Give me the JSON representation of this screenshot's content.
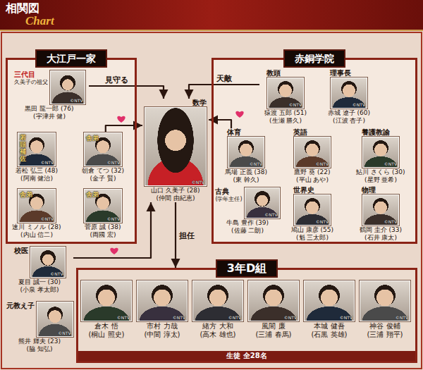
{
  "diagram": {
    "title": "相関図",
    "nodes": [
      {
        "text": [
          "大江戸一家"
        ]
      },
      {
        "text": [
          "三代目",
          "久美子の祖父",
          "©NTV",
          "黒田 龍一郎 (76)",
          "(宇津井 健)"
        ],
        "in": 0
      },
      {
        "text": [
          "若頭補佐",
          "©NTV",
          "若松 弘三 (48)",
          "(阿南 健治)"
        ],
        "in": 0
      },
      {
        "text": [
          "舎弟",
          "©NTV",
          "朝倉 てつ (32)",
          "(金子 賢)"
        ],
        "in": 0
      },
      {
        "text": [
          "舎弟",
          "©NTV",
          "速川 ミノル (28)",
          "(内山 信二)"
        ],
        "in": 0
      },
      {
        "text": [
          "舎弟",
          "©NTV",
          "菅原 誠 (38)",
          "(両國 宏)"
        ],
        "in": 0
      },
      {
        "text": [
          "数学",
          "©NTV",
          "山口 久美子 (28)",
          "(仲間 由紀恵)"
        ]
      },
      {
        "text": [
          "赤銅学院"
        ]
      },
      {
        "text": [
          "教頭",
          "©NTV",
          "猿渡 五郎 (51)",
          "(生瀬 勝久)"
        ],
        "in": 7
      },
      {
        "text": [
          "理事長",
          "©NTV",
          "赤城 遼子 (60)",
          "(江波 杏子)"
        ],
        "in": 7
      },
      {
        "text": [
          "体育",
          "©NTV",
          "馬場 正義 (38)",
          "(東 幹久)"
        ],
        "in": 7
      },
      {
        "text": [
          "英語",
          "©NTV",
          "鷹野 葵 (22)",
          "(平山 あや)"
        ],
        "in": 7
      },
      {
        "text": [
          "養護教諭",
          "©NTV",
          "鮎川 さくら (30)",
          "(星野 亜希)"
        ],
        "in": 7
      },
      {
        "text": [
          "古典",
          "(学年主任)",
          "©NTV",
          "牛島 豊作 (39)",
          "(佐藤 二朗)"
        ],
        "in": 7
      },
      {
        "text": [
          "世界史",
          "©NTV",
          "鳩山 康彦 (55)",
          "(魁 三太郎)"
        ],
        "in": 7
      },
      {
        "text": [
          "物理",
          "©NTV",
          "鶴岡 圭介 (33)",
          "(石井 康太)"
        ],
        "in": 7
      },
      {
        "text": [
          "校医",
          "©NTV",
          "夏目 誠一 (30)",
          "(小泉 孝太郎)"
        ]
      },
      {
        "text": [
          "元教え子",
          "©NTV",
          "熊井 輝夫 (23)",
          "(脇 知弘)"
        ]
      },
      {
        "text": [
          "3年D組",
          "生徒 全28名"
        ]
      },
      {
        "text": [
          "©NTV",
          "倉木 悟",
          "(桐山 照史)"
        ],
        "in": 18
      },
      {
        "text": [
          "©NTV",
          "市村 力哉",
          "(中間 淳太)"
        ],
        "in": 18
      },
      {
        "text": [
          "©NTV",
          "緒方 大和",
          "(高木 雄也)"
        ],
        "in": 18
      },
      {
        "text": [
          "©NTV",
          "風間 廉",
          "(三浦 春馬)"
        ],
        "in": 18
      },
      {
        "text": [
          "©NTV",
          "本城 健吾",
          "(石黒 英雄)"
        ],
        "in": 18
      },
      {
        "text": [
          "©NTV",
          "神谷 俊輔",
          "(三浦 翔平)"
        ],
        "in": 18
      }
    ],
    "edges": [
      {
        "from": 1,
        "to": 6,
        "label": "見守る",
        "arrow": "to"
      },
      {
        "from": 3,
        "to": 6,
        "arrow": "to"
      },
      {
        "from": 8,
        "to": 6,
        "label": "天敵",
        "arrow": "to"
      },
      {
        "from": 10,
        "to": 6,
        "arrow": "to"
      },
      {
        "from": 16,
        "to": 6,
        "arrow": "to"
      },
      {
        "from": 6,
        "to": 18,
        "label": "担任",
        "arrow": "to"
      }
    ],
    "labels": [
      "Chart"
    ]
  }
}
